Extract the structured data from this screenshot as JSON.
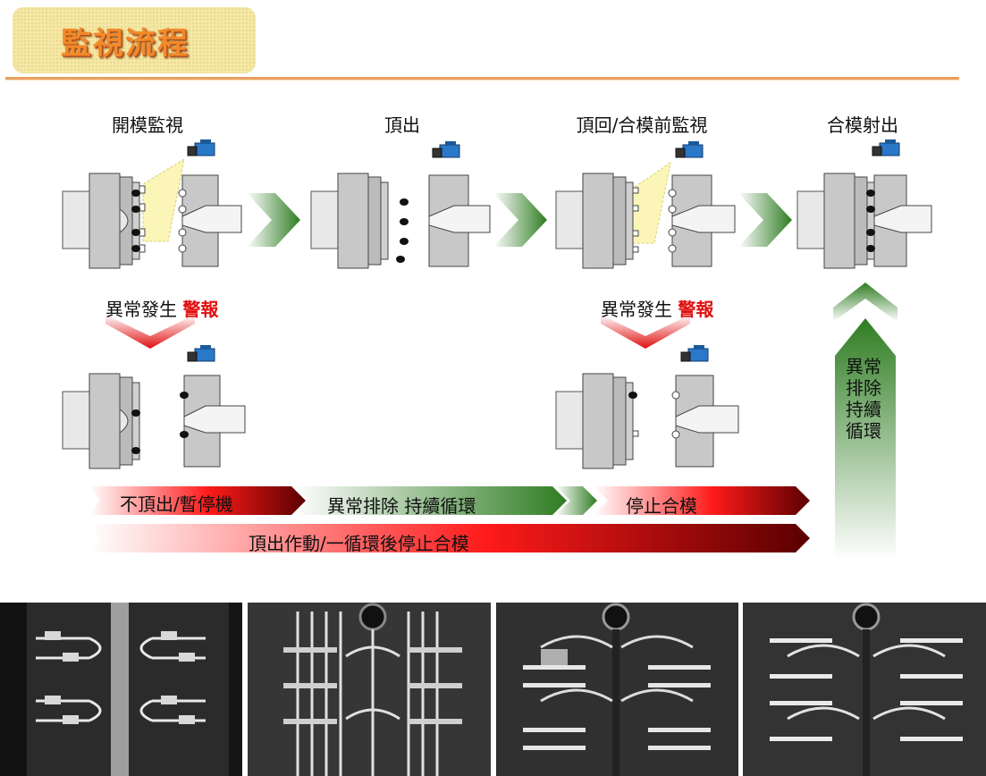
{
  "title": "監視流程",
  "stages": [
    {
      "label": "開模監視"
    },
    {
      "label": "頂出"
    },
    {
      "label": "頂回/合模前監視"
    },
    {
      "label": "合模射出"
    }
  ],
  "anomaly": {
    "prefix": "異常發生",
    "warn": "警報"
  },
  "bands": {
    "stop_eject": "不頂出/暫停機",
    "clear_continue": "異常排除 持續循環",
    "stop_close": "停止合模",
    "eject_stop": "頂出作動/一循環後停止合模"
  },
  "vertical_label": "異常排除 持續循環",
  "colors": {
    "accent_orange": "#f28a2a",
    "warn_red": "#e01010",
    "arrow_green": "#3c8a2a",
    "mold_gray": "#c8c8c8"
  },
  "photos": [
    "mold-photo-1",
    "mold-photo-2",
    "mold-photo-3",
    "mold-photo-4"
  ]
}
